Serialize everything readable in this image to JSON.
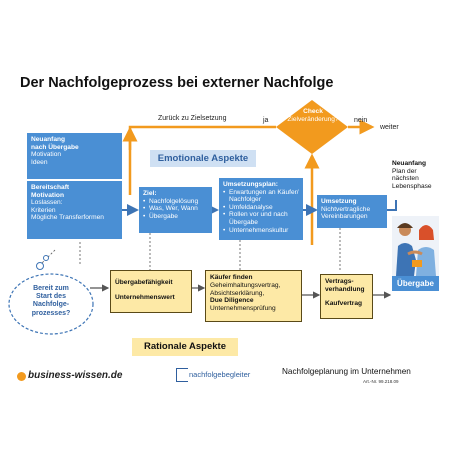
{
  "title": "Der Nachfolgeprozess bei externer Nachfolge",
  "emotional_label": "Emotionale Aspekte",
  "rational_label": "Rationale Aspekte",
  "feedback": {
    "back_label": "Zurück zu Zielsetzung",
    "ja": "ja",
    "nein": "nein",
    "weiter": "weiter"
  },
  "diamond": {
    "title": "Check",
    "text": "Zielveränderung?"
  },
  "box_neuanfang": {
    "title1": "Neuanfang",
    "title2": "nach Übergabe",
    "lines": [
      "Motivation",
      "Ideen"
    ]
  },
  "box_bereitschaft": {
    "title1": "Bereitschaft",
    "title2": "Motivation",
    "lines": [
      "Loslassen:",
      "Kriterien",
      "Mögliche Transferformen"
    ]
  },
  "box_ziel": {
    "title": "Ziel:",
    "items": [
      "Nachfolgelösung",
      "Was, Wer, Wann",
      "Übergabe"
    ]
  },
  "box_umsetzungsplan": {
    "title": "Umsetzungsplan:",
    "items": [
      "Erwartungen an Käufer/ Nachfolger",
      "Umfeldanalyse",
      "Rollen vor und nach Übergabe",
      "Unternehmenskultur"
    ]
  },
  "box_umsetzung": {
    "title": "Umsetzung",
    "lines": [
      "Nichtvertragliche",
      "Vereinbarungen"
    ]
  },
  "box_neuanfang_right": {
    "title": "Neuanfang",
    "lines": [
      "Plan der",
      "nächsten",
      "Lebensphase"
    ]
  },
  "cloud": [
    "Bereit zum",
    "Start des",
    "Nachfolge-",
    "prozesses?"
  ],
  "box_uebergabefaehigkeit": {
    "title": "Übergabefähigkeit",
    "line": "Unternehmenswert"
  },
  "box_kaeufer": {
    "title": "Käufer finden",
    "lines": [
      "Geheimhaltungsvertrag,",
      "Absichtserklärung,"
    ],
    "bold_line": "Due Diligence",
    "last_line": "Unternehmensprüfung"
  },
  "box_vertrag": {
    "title1": "Vertrags-",
    "title2": "verhandlung",
    "line": "Kaufvertrag"
  },
  "final_label": "Übergabe",
  "footer": {
    "logo_text": "business-wissen.de",
    "partner": "nachfolgebegleiter",
    "right_title": "Nachfolgeplanung im Unternehmen",
    "art_nr": "Art.-Nr. 99.218.09"
  },
  "colors": {
    "blue": "#4a8fd4",
    "orange": "#f29a1e",
    "yellow": "#fde9a6",
    "light_blue": "#cfe0f3"
  }
}
